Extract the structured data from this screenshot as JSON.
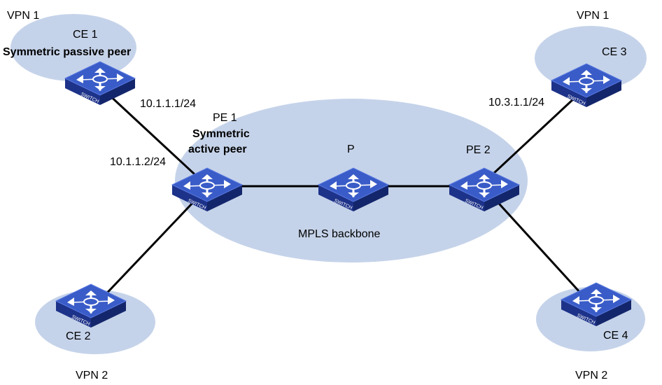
{
  "vpn_labels": {
    "top_left": "VPN 1",
    "top_right": "VPN 1",
    "bottom_left": "VPN 2",
    "bottom_right": "VPN 2"
  },
  "devices": {
    "ce1": {
      "name": "CE 1",
      "role": "Symmetric passive peer"
    },
    "ce2": {
      "name": "CE 2"
    },
    "ce3": {
      "name": "CE 3"
    },
    "ce4": {
      "name": "CE 4"
    },
    "pe1": {
      "name": "PE 1",
      "role_line1": "Symmetric",
      "role_line2": "active peer"
    },
    "p": {
      "name": "P"
    },
    "pe2": {
      "name": "PE 2"
    }
  },
  "interfaces": {
    "ce1": "10.1.1.1/24",
    "pe1": "10.1.1.2/24",
    "ce3": "10.3.1.1/24"
  },
  "backbone_label": "MPLS backbone",
  "switch_badge": "SWITCH",
  "colors": {
    "site_fill": "#c5d3ea",
    "switch_top": "#3455c0",
    "switch_side": "#1f3590",
    "switch_front": "#15276e",
    "link": "#000000"
  },
  "icons": [
    "switch-icon"
  ]
}
